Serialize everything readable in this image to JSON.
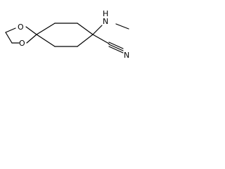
{
  "molecule": {
    "atoms": {
      "oxygen_top": "O",
      "oxygen_bottom": "O",
      "nitrogen_amine": "N",
      "hydrogen_amine": "H",
      "nitrogen_nitrile": "N"
    }
  }
}
